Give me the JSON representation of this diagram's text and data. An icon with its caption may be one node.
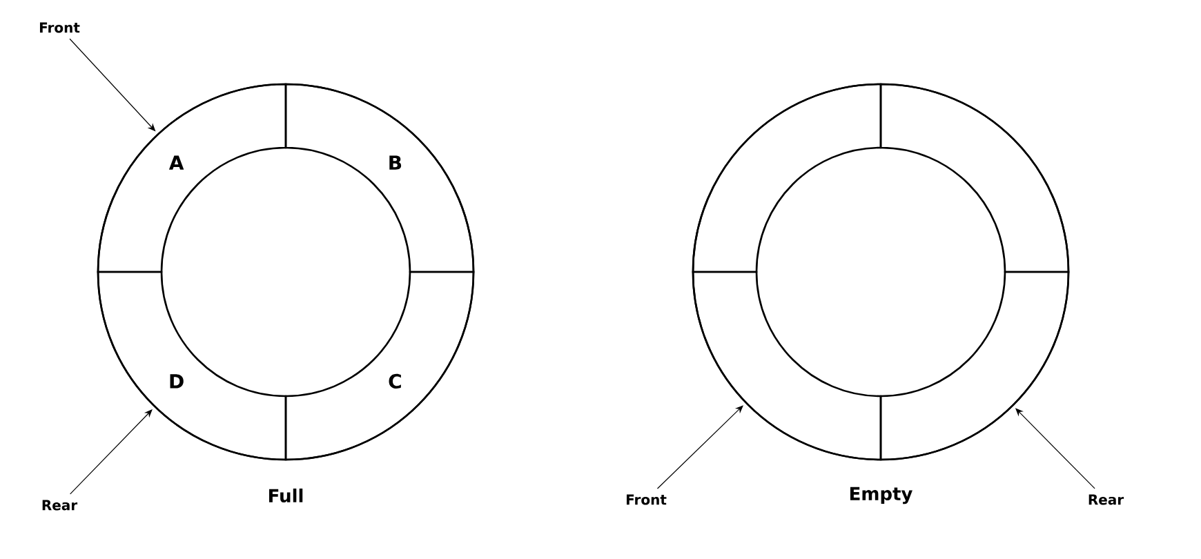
{
  "diagram": {
    "nodes": [
      {
        "text": [],
        "shape": "circle",
        "beside": [
          "Full"
        ]
      },
      {
        "text": [
          "A"
        ],
        "in": 0
      },
      {
        "text": [
          "B"
        ],
        "in": 0
      },
      {
        "text": [
          "C"
        ],
        "in": 0
      },
      {
        "text": [
          "D"
        ],
        "in": 0
      },
      {
        "text": [
          "Front"
        ]
      },
      {
        "text": [
          "Rear"
        ]
      },
      {
        "text": [],
        "shape": "circle",
        "beside": [
          "Empty"
        ]
      },
      {
        "text": [],
        "shape": "arc",
        "in": 7
      },
      {
        "text": [],
        "shape": "arc",
        "in": 7
      },
      {
        "text": [],
        "shape": "arc",
        "in": 7
      },
      {
        "text": [],
        "shape": "arc",
        "in": 7
      },
      {
        "text": [
          "Front"
        ]
      },
      {
        "text": [
          "Rear"
        ]
      }
    ],
    "edges": [
      {
        "from": 5,
        "to": 0,
        "arrow": "to"
      },
      {
        "from": 6,
        "to": 0,
        "arrow": "to"
      },
      {
        "from": 12,
        "to": 7,
        "arrow": "to"
      },
      {
        "from": 13,
        "to": 7,
        "arrow": "to"
      }
    ]
  }
}
